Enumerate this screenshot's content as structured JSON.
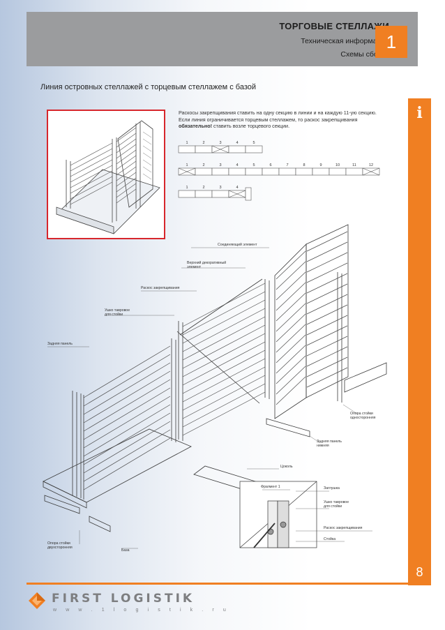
{
  "header": {
    "title": "ТОРГОВЫЕ СТЕЛЛАЖИ",
    "subtitle1": "Техническая информация",
    "subtitle2": "Схемы сборки",
    "chapter": "1"
  },
  "side": {
    "icon": "info-icon",
    "icon_glyph": "i",
    "page_number": "8"
  },
  "section_title": "Линия островных стеллажей с торцевым стеллажем с базой",
  "note": {
    "text_before": "Раскосы закрепщивания ставить на одну секцию в линии и на каждую 11-ую секцию. Если линия ограничивается торцевым стеллажем, то раскос закрепщивания ",
    "bold": "обязательно!",
    "text_after": " ставить возле торцевого секции."
  },
  "schemes": {
    "row1": [
      "1",
      "2",
      "3",
      "4",
      "5"
    ],
    "row2": [
      "1",
      "2",
      "3",
      "4",
      "5",
      "6",
      "7",
      "8",
      "9",
      "10",
      "11",
      "12"
    ],
    "row3": [
      "1",
      "2",
      "3",
      "4"
    ]
  },
  "labels": {
    "connector": "Соединяющий элемент",
    "top_decor_1": "Верхний декоративный",
    "top_decor_2": "элемент",
    "brace": "Раскос закрепщивания",
    "tee_lug_1": "Ушко тавровое",
    "tee_lug_2": "для стойки",
    "back_panel": "Задняя панель",
    "support_one_1": "Опора стойки",
    "support_one_2": "односторонняя",
    "back_panel_low_1": "Задняя панель",
    "back_panel_low_2": "нижняя",
    "plinth": "Цоколь",
    "fragment": "Фрагмент 1",
    "plug": "Заглушка",
    "tee_lug_frag_1": "Ушко тавровое",
    "tee_lug_frag_2": "для стойки",
    "brace_frag": "Раскос закрепщивания",
    "post": "Стойка",
    "support_two_1": "Опора стойки",
    "support_two_2": "двухсторонняя",
    "base": "База"
  },
  "footer": {
    "brand": "FIRST LOGISTIK",
    "url": "w w w . 1 l o g i s t i k . r u"
  },
  "colors": {
    "accent": "#f07f22",
    "header_gray": "#9b9c9e",
    "frame_red": "#d7262c"
  }
}
